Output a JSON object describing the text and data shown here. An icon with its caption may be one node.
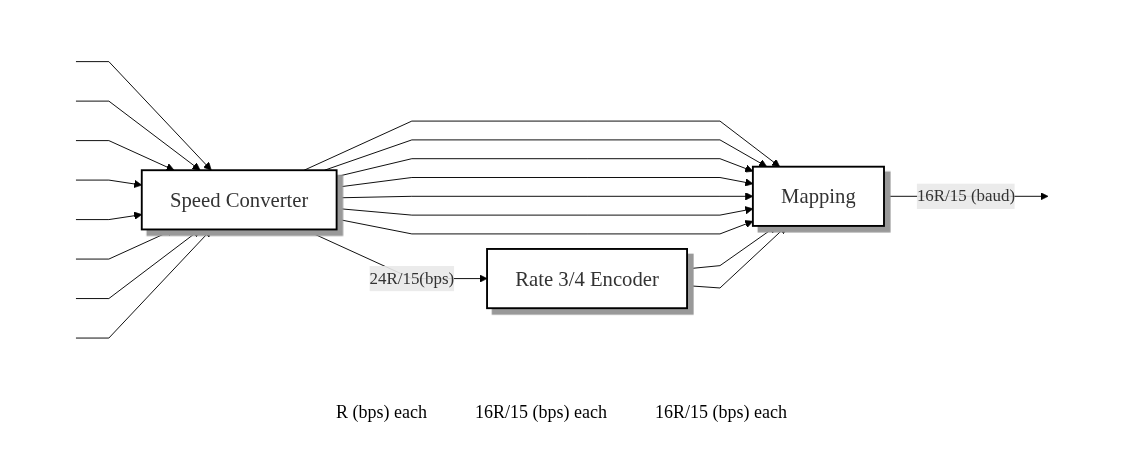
{
  "diagram": {
    "nodes": [
      {
        "text": [
          "Speed Converter"
        ]
      },
      {
        "text": [
          "Rate 3/4 Encoder"
        ]
      },
      {
        "text": [
          "Mapping"
        ]
      }
    ],
    "edges": [
      {
        "from": null,
        "to": 0,
        "arrow": "to"
      },
      {
        "from": null,
        "to": 0,
        "arrow": "to"
      },
      {
        "from": null,
        "to": 0,
        "arrow": "to"
      },
      {
        "from": null,
        "to": 0,
        "arrow": "to"
      },
      {
        "from": null,
        "to": 0,
        "arrow": "to"
      },
      {
        "from": null,
        "to": 0,
        "arrow": "to"
      },
      {
        "from": null,
        "to": 0,
        "arrow": "to"
      },
      {
        "from": null,
        "to": 0,
        "arrow": "to"
      },
      {
        "from": 0,
        "to": 2,
        "arrow": "to"
      },
      {
        "from": 0,
        "to": 2,
        "arrow": "to"
      },
      {
        "from": 0,
        "to": 2,
        "arrow": "to"
      },
      {
        "from": 0,
        "to": 2,
        "arrow": "to"
      },
      {
        "from": 0,
        "to": 2,
        "arrow": "to"
      },
      {
        "from": 0,
        "to": 2,
        "arrow": "to"
      },
      {
        "from": 0,
        "to": 2,
        "arrow": "to"
      },
      {
        "from": 0,
        "to": 1,
        "arrow": "to",
        "label": "24R/15(bps)"
      },
      {
        "from": 1,
        "to": 2,
        "arrow": "to"
      },
      {
        "from": 1,
        "to": 2,
        "arrow": "to"
      },
      {
        "from": 2,
        "to": null,
        "arrow": "to",
        "label": "16R/15 (baud)"
      }
    ],
    "labels": [
      "R (bps) each",
      "16R/15 (bps) each",
      "16R/15 (bps) each"
    ]
  }
}
